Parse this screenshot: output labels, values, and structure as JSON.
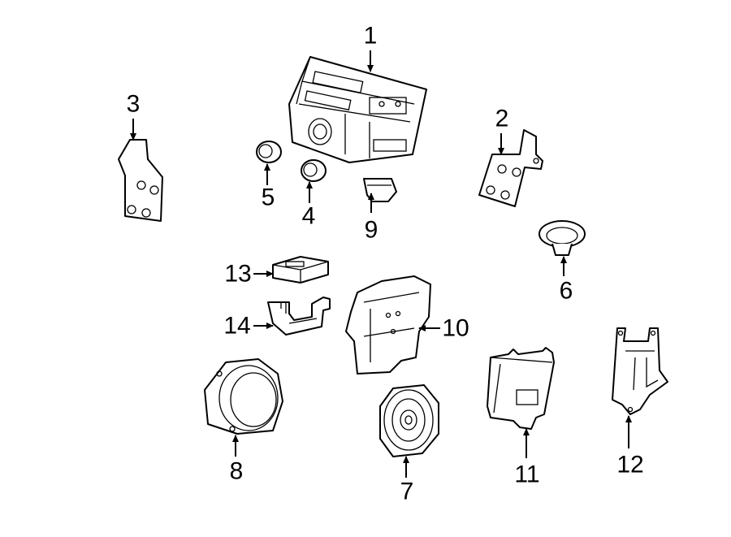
{
  "diagram": {
    "callouts": [
      "1",
      "2",
      "3",
      "4",
      "5",
      "6",
      "7",
      "8",
      "9",
      "10",
      "11",
      "12",
      "13",
      "14"
    ]
  },
  "parts": [
    {
      "id": "1",
      "icon": "radio-receiver-unit-icon"
    },
    {
      "id": "2",
      "icon": "mounting-bracket-icon"
    },
    {
      "id": "3",
      "icon": "mounting-bracket-icon"
    },
    {
      "id": "4",
      "icon": "knob-icon"
    },
    {
      "id": "5",
      "icon": "knob-icon"
    },
    {
      "id": "6",
      "icon": "tweeter-speaker-icon"
    },
    {
      "id": "7",
      "icon": "speaker-icon"
    },
    {
      "id": "8",
      "icon": "speaker-spacer-icon"
    },
    {
      "id": "9",
      "icon": "clip-icon"
    },
    {
      "id": "10",
      "icon": "amplifier-icon"
    },
    {
      "id": "11",
      "icon": "control-module-icon"
    },
    {
      "id": "12",
      "icon": "bracket-icon"
    },
    {
      "id": "13",
      "icon": "module-icon"
    },
    {
      "id": "14",
      "icon": "bracket-icon"
    }
  ]
}
